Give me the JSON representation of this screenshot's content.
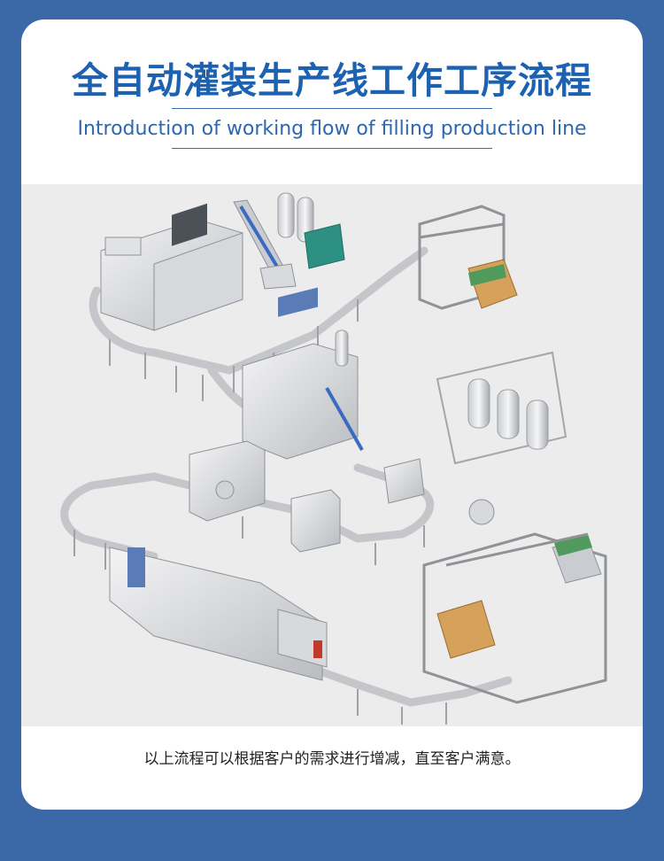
{
  "header": {
    "title": "全自动灌装生产线工作工序流程",
    "subtitle": "Introduction of working flow of filling production line"
  },
  "footer": {
    "note": "以上流程可以根据客户的需求进行增减，直至客户满意。"
  },
  "colors": {
    "page_background": "#3b69a8",
    "card_background": "#ffffff",
    "title_color": "#1d62b0",
    "scene_background": "#ececed"
  }
}
